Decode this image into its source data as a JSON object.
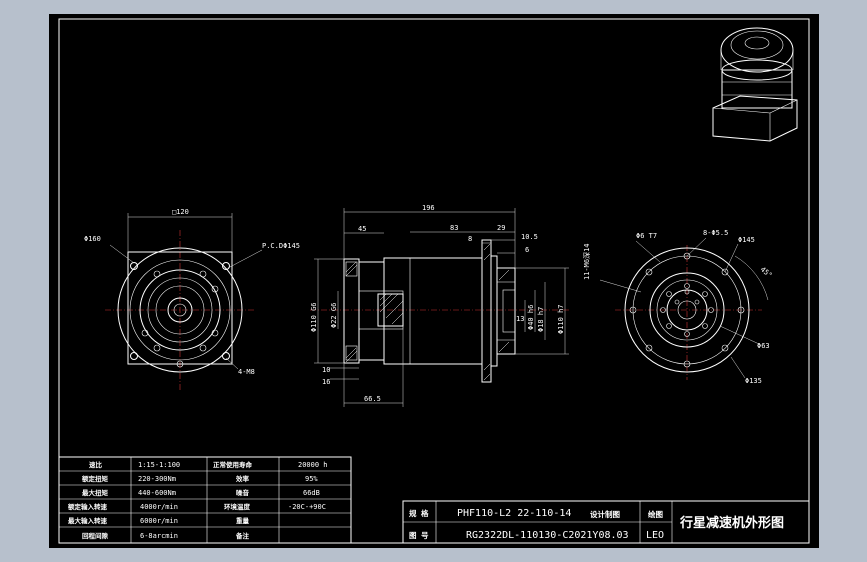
{
  "dims": {
    "square_120": "□120",
    "dia_160": "Φ160",
    "pcd_145": "P.C.DΦ145",
    "bolts_4_m8": "4-M8",
    "len_196": "196",
    "len_45": "45",
    "len_83": "83",
    "len_29": "29",
    "len_8": "8",
    "len_10_5": "10.5",
    "len_6": "6",
    "dia_110_g6": "Φ110 G6",
    "dia_22_g6": "Φ22 G6",
    "len_10": "10",
    "len_16": "16",
    "len_66_5": "66.5",
    "dia_40_h6": "Φ40 h6",
    "dia_18_h7": "Φ18 h7",
    "len_13": "13",
    "dia_110_h7": "Φ110 h7",
    "dia_6_t7": "Φ6 T7",
    "holes_8_5_5": "8-Φ5.5",
    "dia_145": "Φ145",
    "thread_11_m6": "11-M6深14",
    "angle_45": "45°",
    "dia_63": "Φ63",
    "dia_135": "Φ135"
  },
  "spec_table": {
    "rows": [
      {
        "l1": "速比",
        "v1": "1:15-1:100",
        "l2": "正常使用寿命",
        "v2": "20000 h"
      },
      {
        "l1": "额定扭矩",
        "v1": "220-300Nm",
        "l2": "效率",
        "v2": "95%"
      },
      {
        "l1": "最大扭矩",
        "v1": "440-600Nm",
        "l2": "噪音",
        "v2": "66dB"
      },
      {
        "l1": "额定输入转速",
        "v1": "4000r/min",
        "l2": "环境温度",
        "v2": "-20C-+90C"
      },
      {
        "l1": "最大输入转速",
        "v1": "6000r/min",
        "l2": "重量",
        "v2": ""
      },
      {
        "l1": "回程间隙",
        "v1": "6-8arcmin",
        "l2": "备注",
        "v2": ""
      }
    ]
  },
  "title_block": {
    "label_spec": "规 格",
    "spec_value": "PHF110-L2 22-110-14",
    "overlap_label": "设计制图",
    "label_drawing": "图 号",
    "drawing_no": "RG2322DL-110130-C2021Y08.03",
    "checked_label": "绘图",
    "checked_value": "LEO",
    "title": "行星减速机外形图"
  }
}
